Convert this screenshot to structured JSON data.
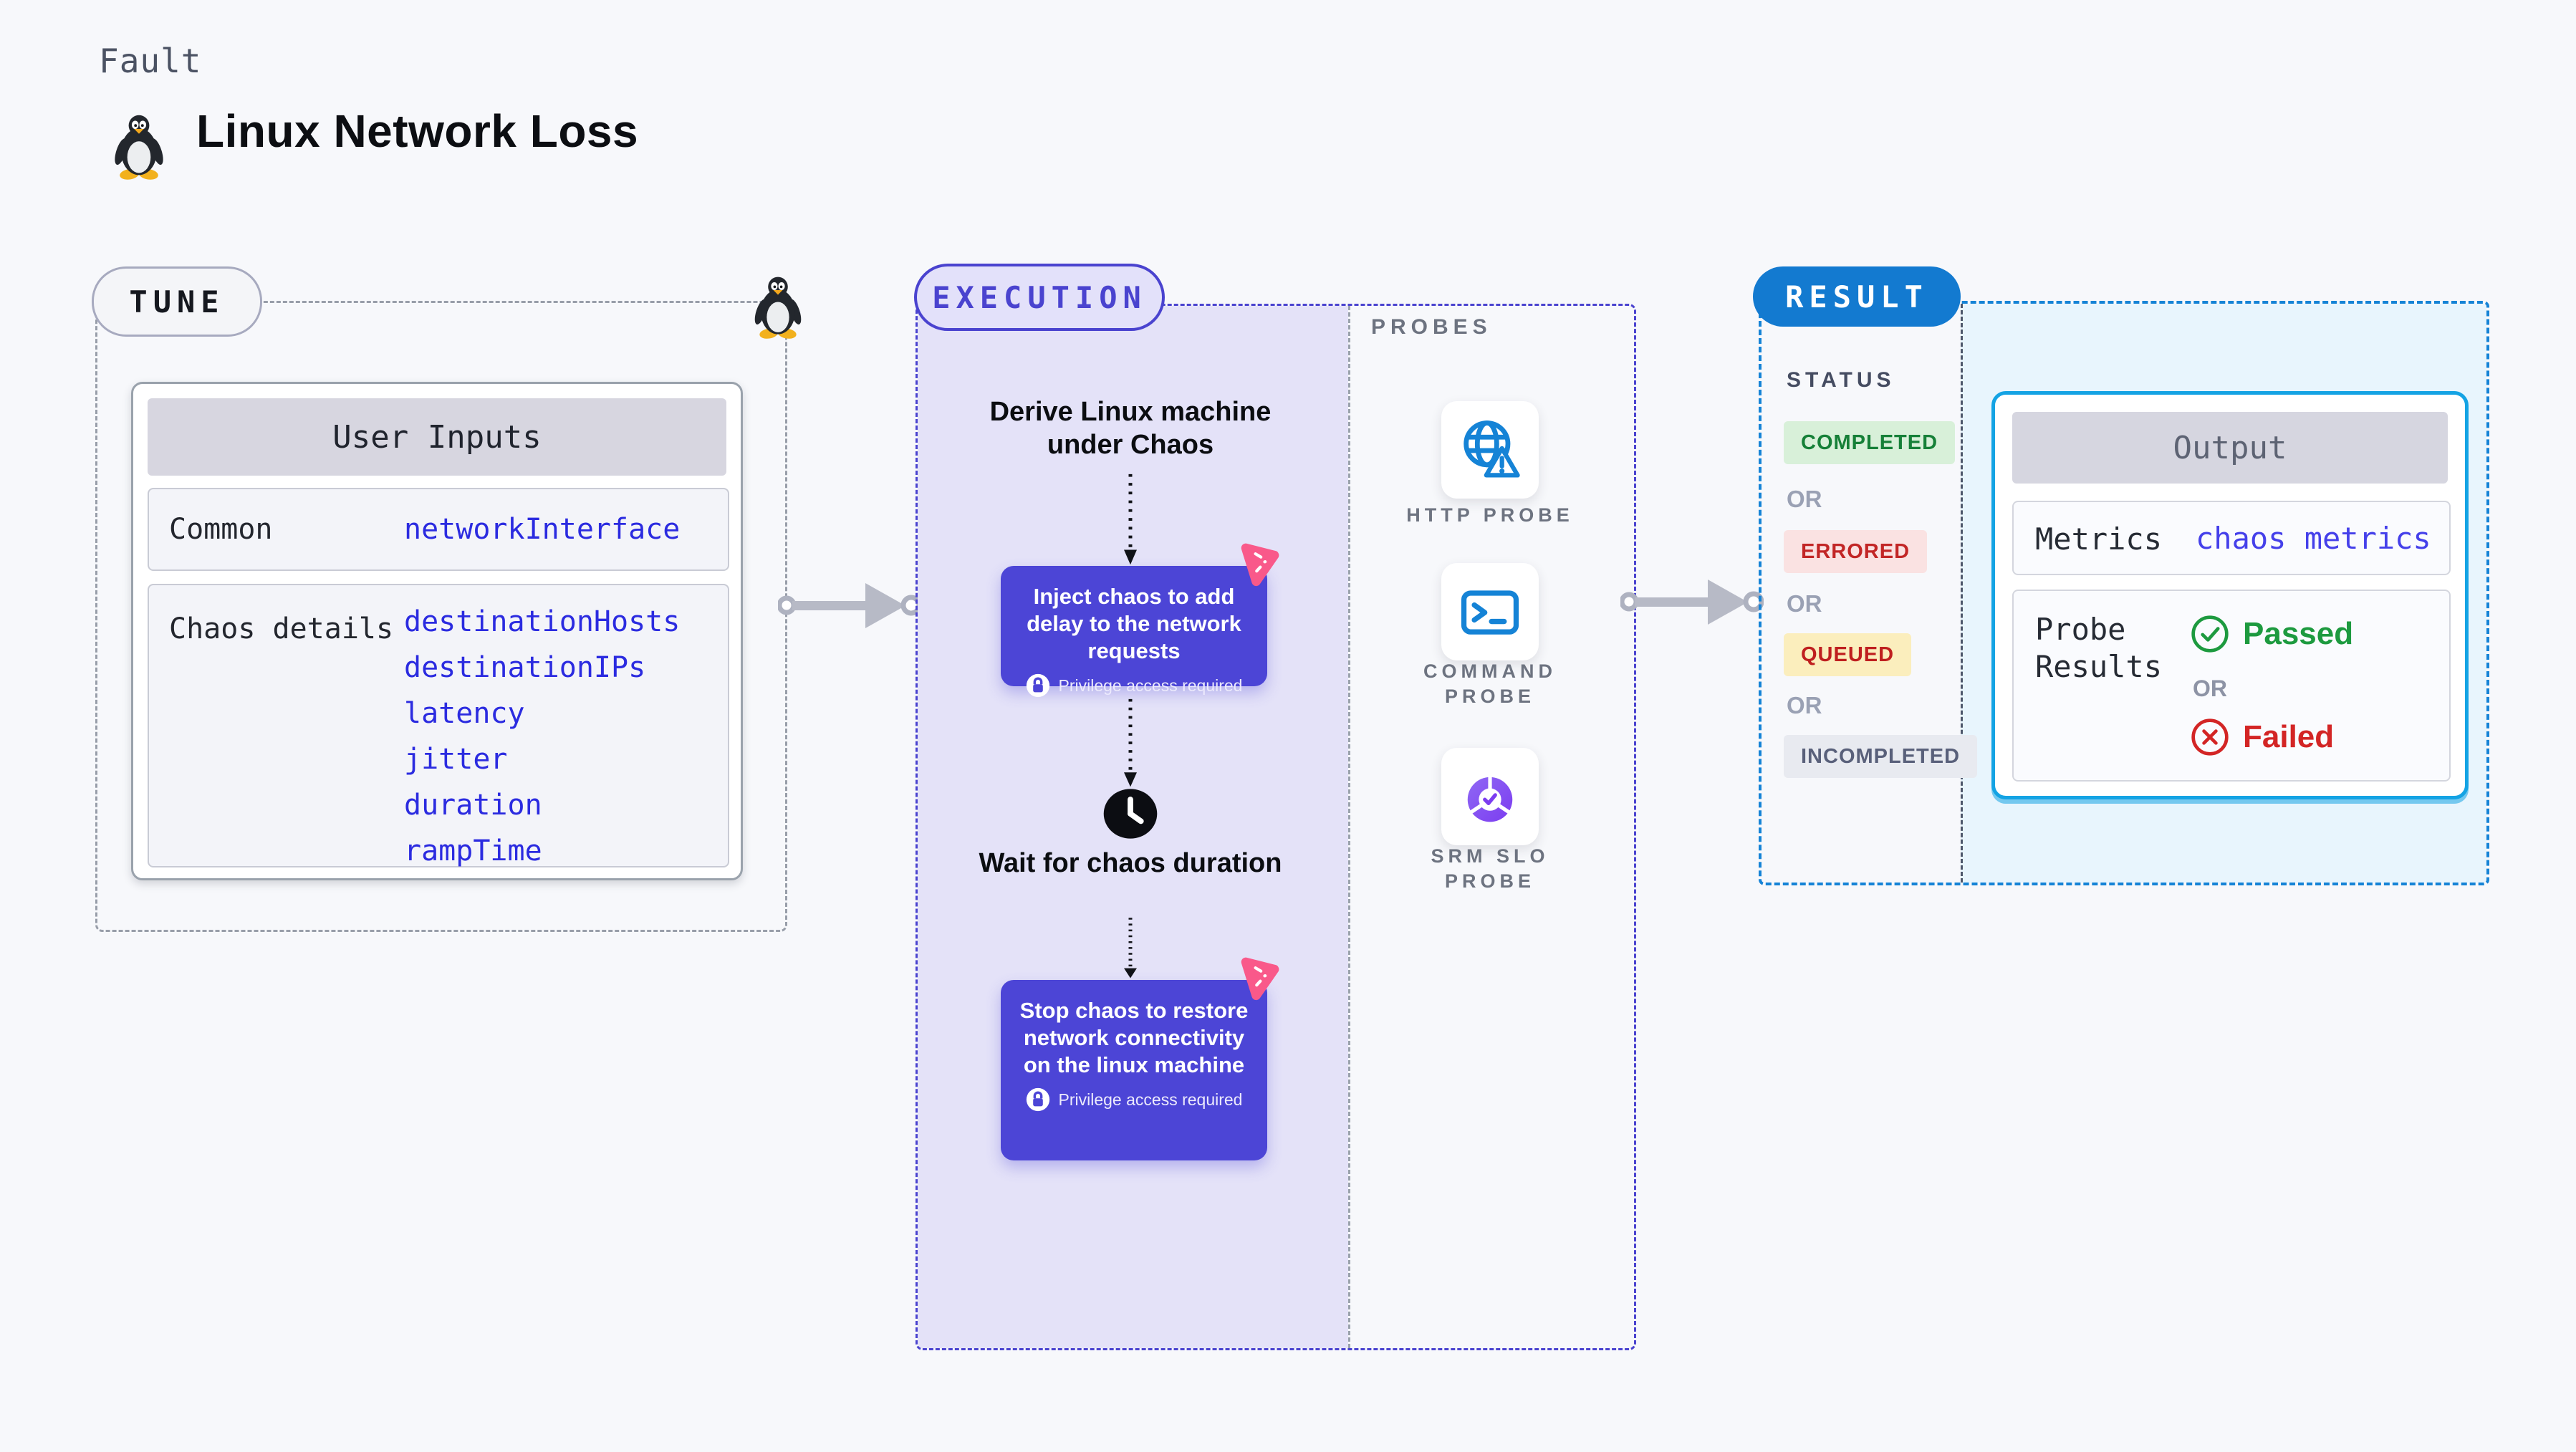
{
  "header": {
    "eyebrow": "Fault",
    "title": "Linux Network Loss",
    "icon": "tux-linux-icon"
  },
  "tune": {
    "label": "TUNE",
    "user_inputs": {
      "title": "User Inputs",
      "rows": [
        {
          "label": "Common",
          "values": [
            "networkInterface"
          ]
        },
        {
          "label": "Chaos details",
          "values": [
            "destinationHosts",
            "destinationIPs",
            "latency",
            "jitter",
            "duration",
            "rampTime"
          ]
        }
      ]
    }
  },
  "execution": {
    "label": "EXECUTION",
    "derive_step": "Derive Linux machine under Chaos",
    "inject_step": {
      "text": "Inject chaos to add delay to the network requests",
      "note": "Privilege access required",
      "icon": "litmus-chaos-icon"
    },
    "wait_step": "Wait for chaos duration",
    "wait_icon": "clock-icon",
    "stop_step": {
      "text": "Stop chaos to restore network connectivity on the linux machine",
      "note": "Privilege access required",
      "icon": "litmus-chaos-icon"
    }
  },
  "probes": {
    "label": "PROBES",
    "items": [
      {
        "label": "HTTP PROBE",
        "icon": "globe-alert-icon"
      },
      {
        "label": "COMMAND PROBE",
        "icon": "terminal-icon"
      },
      {
        "label": "SRM SLO PROBE",
        "icon": "slo-donut-check-icon"
      }
    ]
  },
  "result": {
    "label": "RESULT",
    "status": {
      "heading": "STATUS",
      "or": "OR",
      "badges": [
        {
          "label": "COMPLETED",
          "bg": "#d8f0d9",
          "color": "#168038"
        },
        {
          "label": "ERRORED",
          "bg": "#fae2e2",
          "color": "#c22626"
        },
        {
          "label": "QUEUED",
          "bg": "#fbeebd",
          "color": "#bf1f1f"
        },
        {
          "label": "INCOMPLETED",
          "bg": "#e8eaf0",
          "color": "#59607a"
        }
      ]
    },
    "output": {
      "title": "Output",
      "metrics_label": "Metrics",
      "metrics_value": "chaos metrics",
      "probe_results_label": "Probe Results",
      "passed": "Passed",
      "or": "OR",
      "failed": "Failed"
    }
  },
  "colors": {
    "page_bg": "#f7f8fb",
    "accent_indigo": "#4a43cf",
    "execution_bg": "#e4e2f8",
    "step_box": "#4c45d6",
    "accent_blue": "#1583d6",
    "result_pill": "#137ad0",
    "output_border": "#14a3e4",
    "output_bg": "#e8f5fd",
    "value_blue": "#2b2be0",
    "link_indigo": "#4540ea",
    "passed_green": "#1d9a3f",
    "failed_red": "#d32525",
    "litmus_pink": "#f9598a"
  }
}
